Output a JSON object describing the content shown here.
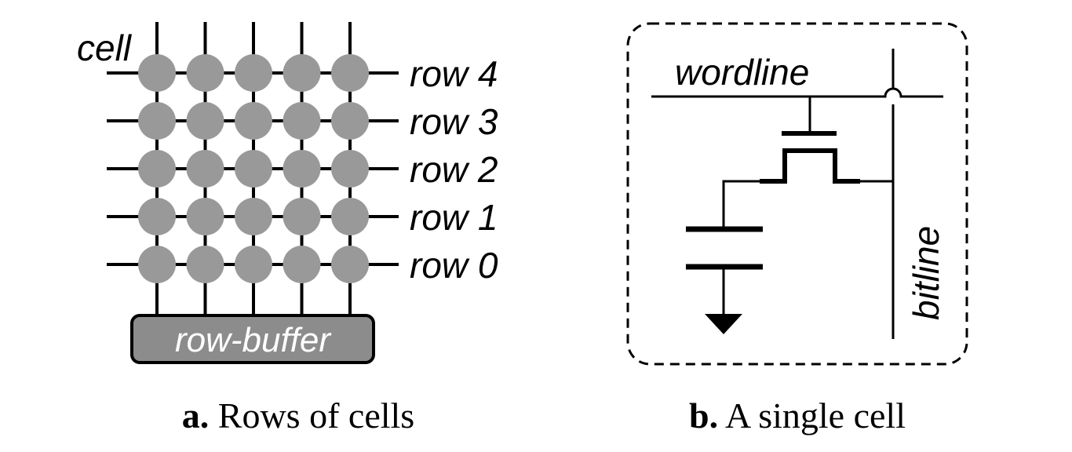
{
  "panel_a": {
    "cell_label": "cell",
    "row_labels": [
      "row 4",
      "row 3",
      "row 2",
      "row 1",
      "row 0"
    ],
    "row_buffer_label": "row-buffer",
    "grid": {
      "rows": 5,
      "columns": 5
    },
    "caption": {
      "letter": "a.",
      "text": " Rows of cells"
    }
  },
  "panel_b": {
    "wordline_label": "wordline",
    "bitline_label": "bitline",
    "caption": {
      "letter": "b.",
      "text": " A single cell"
    }
  },
  "colors": {
    "cell_fill": "#999999",
    "row_buffer_fill": "#8c8c8c",
    "line": "#000000",
    "row_buffer_text": "#ffffff"
  }
}
